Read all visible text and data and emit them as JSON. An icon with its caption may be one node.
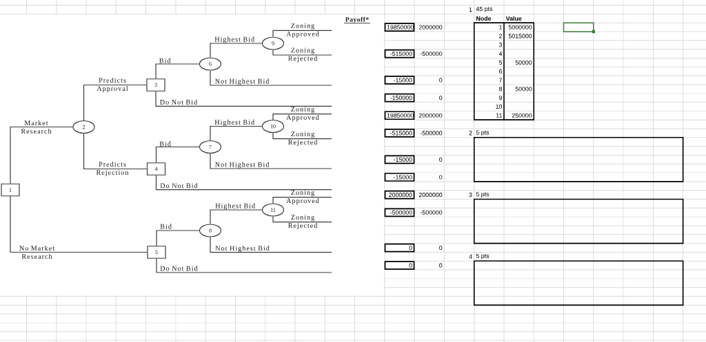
{
  "diagram": {
    "nodes": [
      {
        "text": [
          "1"
        ]
      },
      {
        "text": [
          "2"
        ]
      },
      {
        "text": [
          "3"
        ]
      },
      {
        "text": [
          "4"
        ]
      },
      {
        "text": [
          "5"
        ]
      },
      {
        "text": [
          "6"
        ]
      },
      {
        "text": [
          "7"
        ]
      },
      {
        "text": [
          "8"
        ]
      },
      {
        "text": [
          "9"
        ]
      },
      {
        "text": [
          "10"
        ]
      },
      {
        "text": [
          "11"
        ]
      },
      {
        "text": [
          "19850000"
        ]
      },
      {
        "text": [
          "-515000"
        ]
      },
      {
        "text": [
          "-15000"
        ]
      },
      {
        "text": [
          "-150000"
        ]
      },
      {
        "text": [
          "19850000"
        ]
      },
      {
        "text": [
          "-515000"
        ]
      },
      {
        "text": [
          "-15000"
        ]
      },
      {
        "text": [
          "-15000"
        ]
      },
      {
        "text": [
          "2000000"
        ]
      },
      {
        "text": [
          "-500000"
        ]
      },
      {
        "text": [
          "0"
        ]
      },
      {
        "text": [
          "0"
        ]
      },
      {
        "text": [],
        "shape": "box"
      },
      {
        "text": [],
        "shape": "box"
      },
      {
        "text": [],
        "shape": "box"
      }
    ],
    "edges": [
      {
        "from": 0,
        "to": 1,
        "arrow": "none",
        "label": "Market Research"
      },
      {
        "from": 0,
        "to": 4,
        "arrow": "none",
        "label": "No Market Research"
      },
      {
        "from": 1,
        "to": 2,
        "arrow": "none",
        "label": "Predicts Approval"
      },
      {
        "from": 1,
        "to": 3,
        "arrow": "none",
        "label": "Predicts Rejection"
      },
      {
        "from": 2,
        "to": 5,
        "arrow": "none",
        "label": "Bid"
      },
      {
        "from": 2,
        "to": null,
        "arrow": "none",
        "label": "Do Not Bid"
      },
      {
        "from": 3,
        "to": 6,
        "arrow": "none",
        "label": "Bid"
      },
      {
        "from": 3,
        "to": null,
        "arrow": "none",
        "label": "Do Not Bid"
      },
      {
        "from": 4,
        "to": 7,
        "arrow": "none",
        "label": "Bid"
      },
      {
        "from": 4,
        "to": null,
        "arrow": "none",
        "label": "Do Not Bid"
      },
      {
        "from": 5,
        "to": 8,
        "arrow": "none",
        "label": "Highest Bid"
      },
      {
        "from": 5,
        "to": null,
        "arrow": "none",
        "label": "Not Highest Bid"
      },
      {
        "from": 6,
        "to": 9,
        "arrow": "none",
        "label": "Highest Bid"
      },
      {
        "from": 6,
        "to": null,
        "arrow": "none",
        "label": "Not Highest Bid"
      },
      {
        "from": 7,
        "to": 10,
        "arrow": "none",
        "label": "Highest Bid"
      },
      {
        "from": 7,
        "to": null,
        "arrow": "none",
        "label": "Not Highest Bid"
      },
      {
        "from": 8,
        "to": null,
        "arrow": "none",
        "label": "Zoning Approved"
      },
      {
        "from": 8,
        "to": null,
        "arrow": "none",
        "label": "Zoning Rejected"
      },
      {
        "from": 9,
        "to": null,
        "arrow": "none",
        "label": "Zoning Approved"
      },
      {
        "from": 9,
        "to": null,
        "arrow": "none",
        "label": "Zoning Rejected"
      },
      {
        "from": 10,
        "to": null,
        "arrow": "none",
        "label": "Zoning Approved"
      },
      {
        "from": 10,
        "to": null,
        "arrow": "none",
        "label": "Zoning Rejected"
      }
    ],
    "labels": [
      "Payoff*",
      "2000000",
      "-500000",
      "0",
      "0",
      "2000000",
      "-500000",
      "0",
      "0",
      "2000000",
      "-500000",
      "0",
      "0",
      "1",
      "45 pts",
      "Node",
      "Value",
      "1",
      "5000000",
      "2",
      "5015000",
      "3",
      "4",
      "5",
      "50000",
      "6",
      "7",
      "8",
      "50000",
      "9",
      "10",
      "11",
      "250000",
      "2",
      "5 pts",
      "3",
      "5 pts",
      "4",
      "5 pts"
    ]
  }
}
